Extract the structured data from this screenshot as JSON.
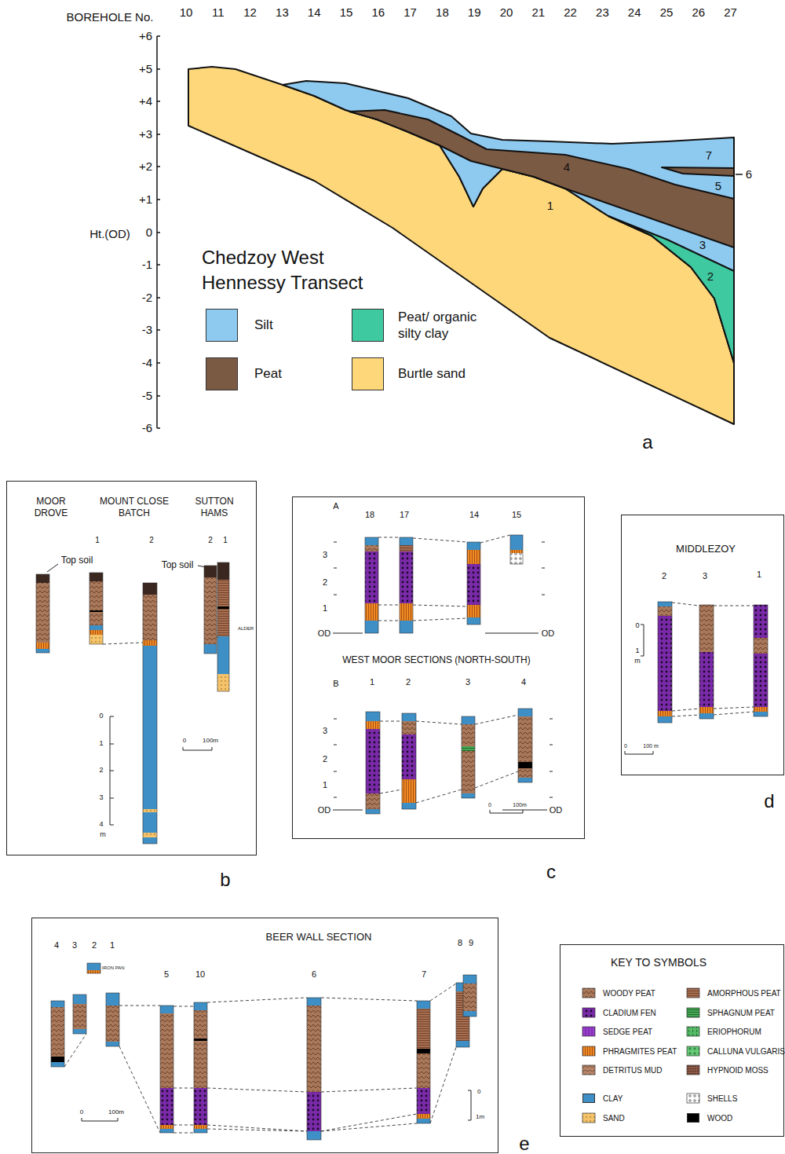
{
  "diagram": {
    "title": "Chedzoy West Hennessy Transect",
    "nodes": [
      {
        "text": [
          "MOOR DROVE",
          "MOUNT CLOSE BATCH",
          "SUTTON HAMS"
        ]
      },
      {
        "text": [
          "WEST MOOR SECTIONS (NORTH-SOUTH)"
        ]
      },
      {
        "text": [
          "MIDDLEZOY"
        ]
      },
      {
        "text": [
          "BEER WALL SECTION"
        ]
      },
      {
        "text": [
          "KEY TO SYMBOLS"
        ]
      }
    ],
    "labels": [
      "BOREHOLE No.",
      "10",
      "11",
      "12",
      "13",
      "14",
      "15",
      "16",
      "17",
      "18",
      "19",
      "20",
      "21",
      "22",
      "23",
      "24",
      "25",
      "26",
      "27",
      "+6",
      "+5",
      "+4",
      "+3",
      "+2",
      "+1",
      "0",
      "-1",
      "-2",
      "-3",
      "-4",
      "-5",
      "-6",
      "Ht.(OD)",
      "7",
      "4",
      "6",
      "5",
      "1",
      "3",
      "2",
      "a",
      "1",
      "2",
      "2",
      "1",
      "Top soil",
      "Top soil",
      "ALDER",
      "0",
      "1",
      "2",
      "3",
      "4",
      "m",
      "0",
      "100m",
      "b",
      "A",
      "18",
      "17",
      "14",
      "15",
      "3",
      "2",
      "1",
      "OD",
      "OD",
      "B",
      "1",
      "2",
      "3",
      "4",
      "3",
      "2",
      "1",
      "OD",
      "OD",
      "0",
      "100m",
      "c",
      "2",
      "3",
      "1",
      "0",
      "1",
      "m",
      "0",
      "100 m",
      "d",
      "4",
      "3",
      "2",
      "1",
      "IRON PAN",
      "5",
      "10",
      "6",
      "7",
      "8",
      "9",
      "0",
      "100m",
      "0",
      "1m",
      "e"
    ],
    "legend": [
      {
        "text": "Silt",
        "color": "#8ecaf0"
      },
      {
        "text": "Peat",
        "color": "#7b5a44"
      },
      {
        "text": "Peat/ organic silty clay",
        "color": "#3ec9a0"
      },
      {
        "text": "Burtle sand",
        "color": "#fdd77a"
      },
      {
        "text": "WOODY PEAT"
      },
      {
        "text": "CLADIUM FEN"
      },
      {
        "text": "SEDGE PEAT"
      },
      {
        "text": "PHRAGMITES PEAT"
      },
      {
        "text": "DETRITUS MUD"
      },
      {
        "text": "CLAY",
        "color": "#3d8fc6"
      },
      {
        "text": "SAND"
      },
      {
        "text": "AMORPHOUS PEAT"
      },
      {
        "text": "SPHAGNUM PEAT"
      },
      {
        "text": "ERIOPHORUM"
      },
      {
        "text": "CALLUNA VULGARIS"
      },
      {
        "text": "HYPNOID MOSS"
      },
      {
        "text": "SHELLS"
      },
      {
        "text": "WOOD",
        "color": "#000000"
      }
    ]
  }
}
